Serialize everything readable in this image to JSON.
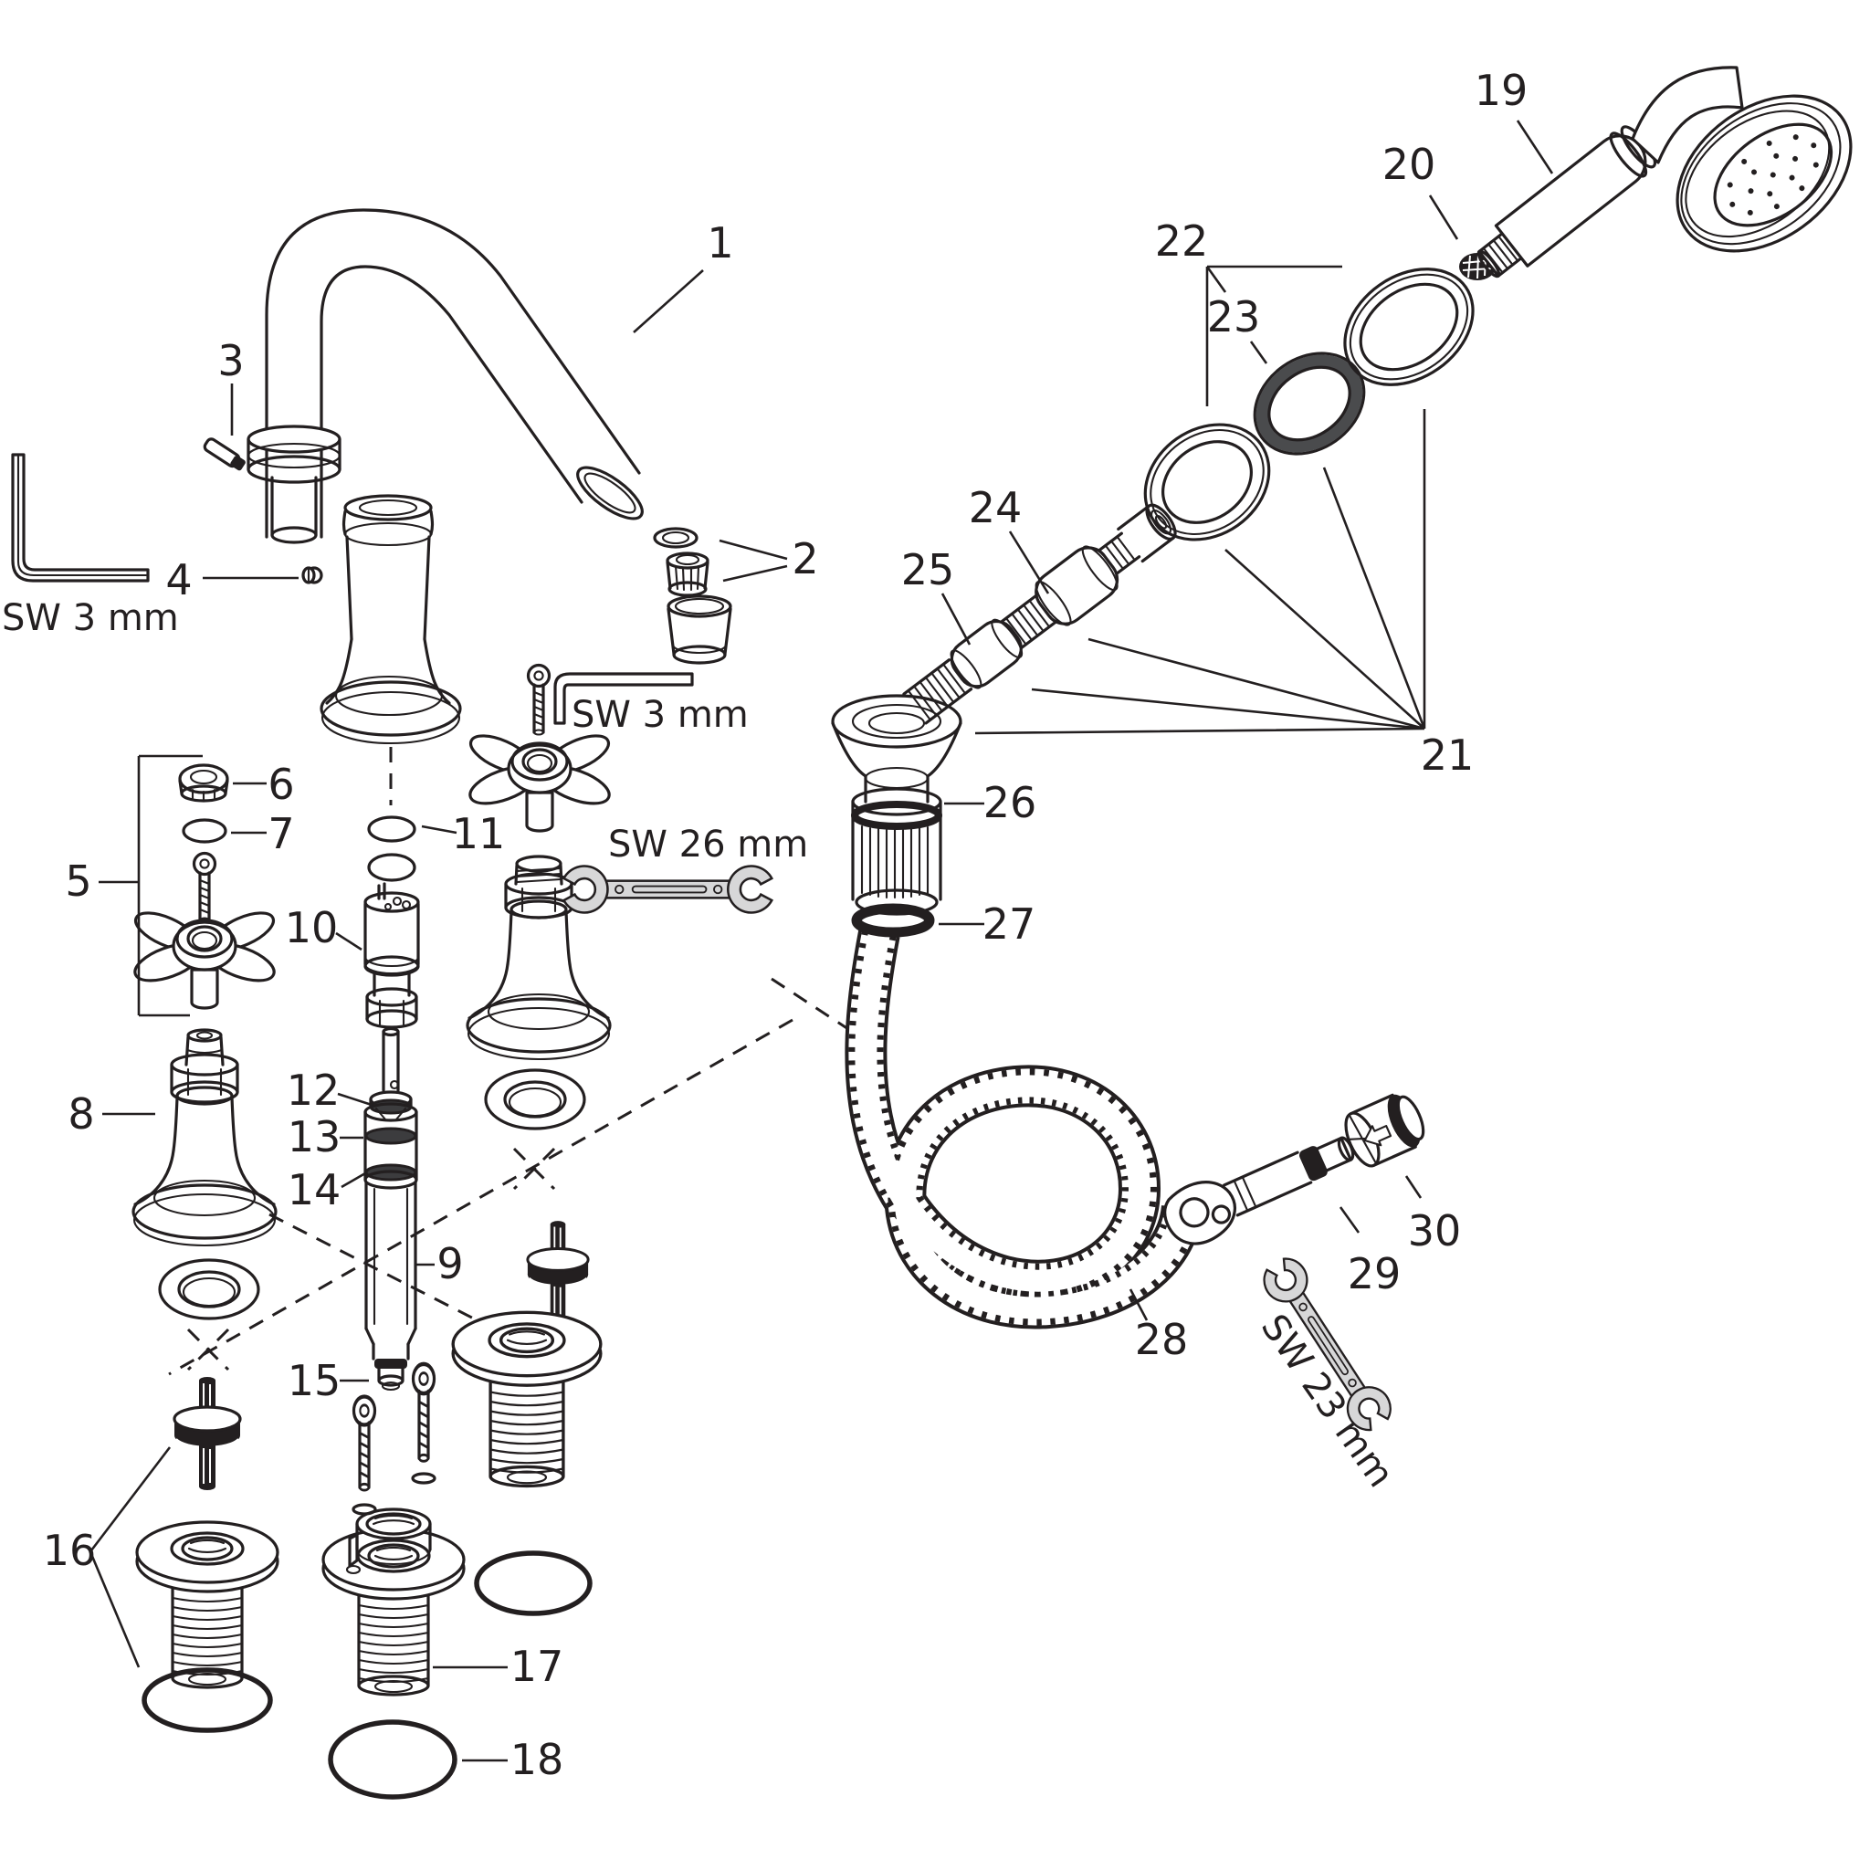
{
  "diagram": {
    "type": "exploded-parts-diagram",
    "background_color": "#ffffff",
    "line_color": "#231f20",
    "tool_fill_color": "#d7d7d8"
  },
  "parts": [
    {
      "id": 1,
      "label": "1"
    },
    {
      "id": 2,
      "label": "2"
    },
    {
      "id": 3,
      "label": "3"
    },
    {
      "id": 4,
      "label": "4"
    },
    {
      "id": 5,
      "label": "5"
    },
    {
      "id": 6,
      "label": "6"
    },
    {
      "id": 7,
      "label": "7"
    },
    {
      "id": 8,
      "label": "8"
    },
    {
      "id": 9,
      "label": "9"
    },
    {
      "id": 10,
      "label": "10"
    },
    {
      "id": 11,
      "label": "11"
    },
    {
      "id": 12,
      "label": "12"
    },
    {
      "id": 13,
      "label": "13"
    },
    {
      "id": 14,
      "label": "14"
    },
    {
      "id": 15,
      "label": "15"
    },
    {
      "id": 16,
      "label": "16"
    },
    {
      "id": 17,
      "label": "17"
    },
    {
      "id": 18,
      "label": "18"
    },
    {
      "id": 19,
      "label": "19"
    },
    {
      "id": 20,
      "label": "20"
    },
    {
      "id": 21,
      "label": "21"
    },
    {
      "id": 22,
      "label": "22"
    },
    {
      "id": 23,
      "label": "23"
    },
    {
      "id": 24,
      "label": "24"
    },
    {
      "id": 25,
      "label": "25"
    },
    {
      "id": 26,
      "label": "26"
    },
    {
      "id": 27,
      "label": "27"
    },
    {
      "id": 28,
      "label": "28"
    },
    {
      "id": 29,
      "label": "29"
    },
    {
      "id": 30,
      "label": "30"
    }
  ],
  "sw_labels": [
    {
      "label": "SW 3 mm"
    },
    {
      "label": "SW 3 mm"
    },
    {
      "label": "SW 26 mm"
    },
    {
      "label": "SW 23 mm"
    }
  ]
}
